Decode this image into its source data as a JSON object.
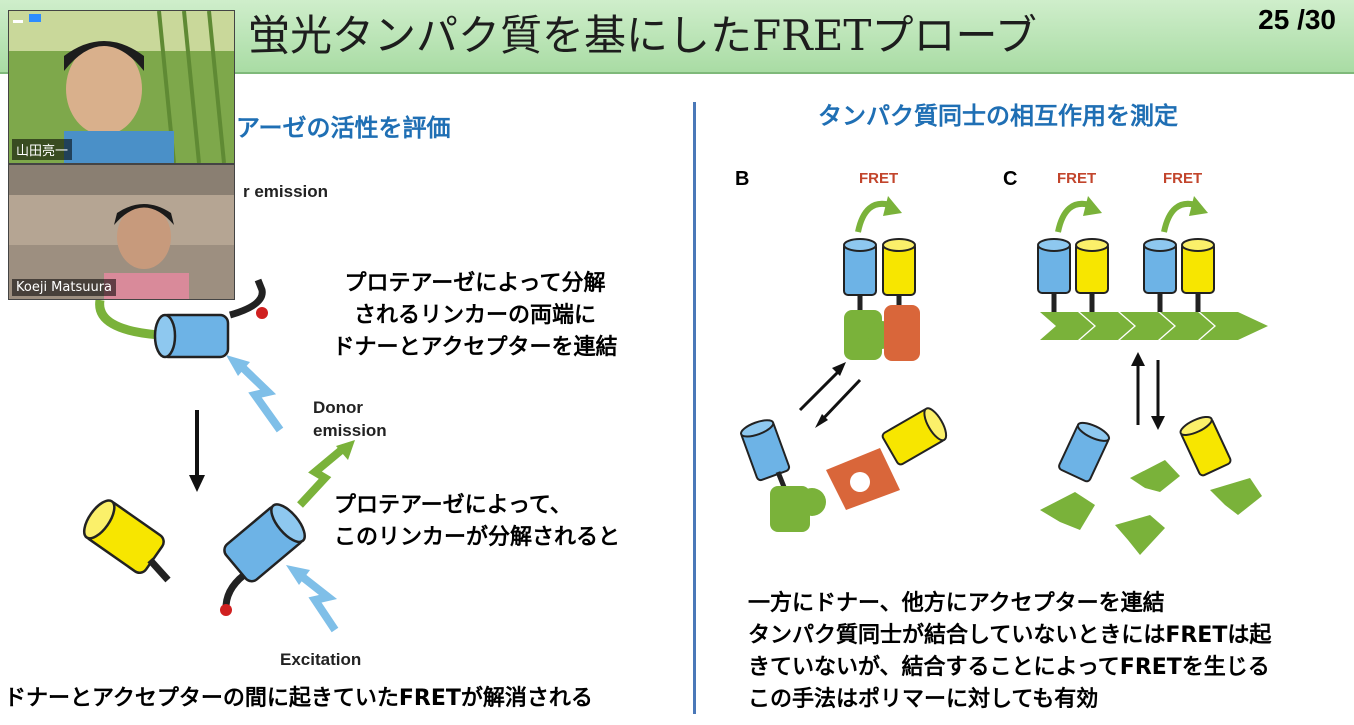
{
  "slide": {
    "title": "蛍光タンパク質を基にしたFRETプローブ",
    "page": "25 /30"
  },
  "left": {
    "heading": "アーゼの活性を評価",
    "emission_top": "r emission",
    "text1": [
      "プロテアーゼによって分解",
      "されるリンカーの両端に",
      "ドナーとアクセプターを連結"
    ],
    "donor_emission": [
      "Donor",
      "emission"
    ],
    "text2": [
      "プロテアーゼによって、",
      "このリンカーが分解されると"
    ],
    "excitation": "Excitation",
    "bottom": "ドナーとアクセプターの間に起きていたFRETが解消される"
  },
  "right": {
    "heading": "タンパク質同士の相互作用を測定",
    "panel_b": "B",
    "panel_c": "C",
    "fret": "FRET",
    "lines": [
      "一方にドナー、他方にアクセプターを連結",
      "タンパク質同士が結合していないときにはFRETは起",
      "きていないが、結合することによってFRETを生じる",
      "この手法はポリマーに対しても有効"
    ]
  },
  "video": {
    "participant1": "山田亮一",
    "participant2": "Koeji Matsuura"
  },
  "colors": {
    "donor": "#6db3e6",
    "acceptor": "#f7e600",
    "green": "#7ab23a",
    "orange": "#d9663a",
    "heading": "#1f6fb4"
  }
}
